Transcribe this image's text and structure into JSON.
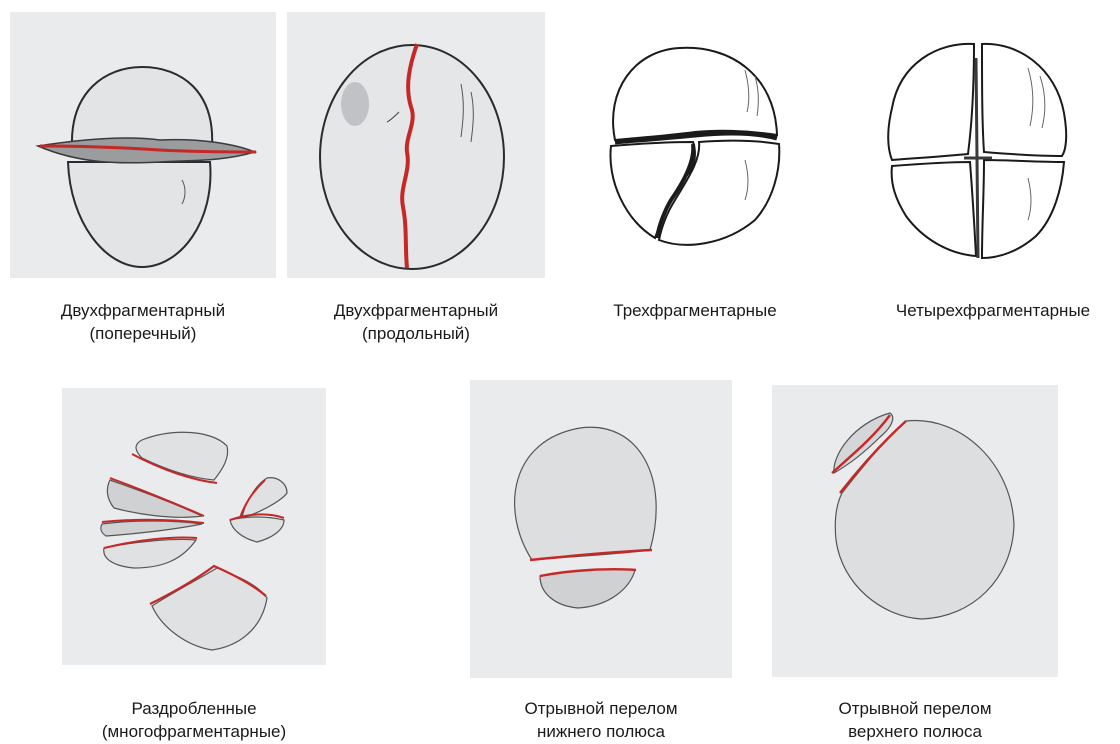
{
  "colors": {
    "outline": "#2b2b2b",
    "fracture_line": "#c62828",
    "photo_background": "#e9ebed",
    "shading": "#c9cbcd"
  },
  "figures": [
    {
      "id": "transverse",
      "caption_line1": "Двухфрагментарный",
      "caption_line2": "(поперечный)",
      "style": "photo"
    },
    {
      "id": "longitudinal",
      "caption_line1": "Двухфрагментарный",
      "caption_line2": "(продольный)",
      "style": "photo"
    },
    {
      "id": "three-fragment",
      "caption_line1": "Трехфрагментарные",
      "caption_line2": "",
      "style": "line-drawing"
    },
    {
      "id": "four-fragment",
      "caption_line1": "Четырехфрагментарные",
      "caption_line2": "",
      "style": "line-drawing"
    },
    {
      "id": "comminuted",
      "caption_line1": "Раздробленные",
      "caption_line2": "(многофрагментарные)",
      "style": "photo"
    },
    {
      "id": "lower-pole-avulsion",
      "caption_line1": "Отрывной перелом",
      "caption_line2": "нижнего полюса",
      "style": "photo"
    },
    {
      "id": "upper-pole-avulsion",
      "caption_line1": "Отрывной перелом",
      "caption_line2": "верхнего полюса",
      "style": "photo"
    }
  ]
}
